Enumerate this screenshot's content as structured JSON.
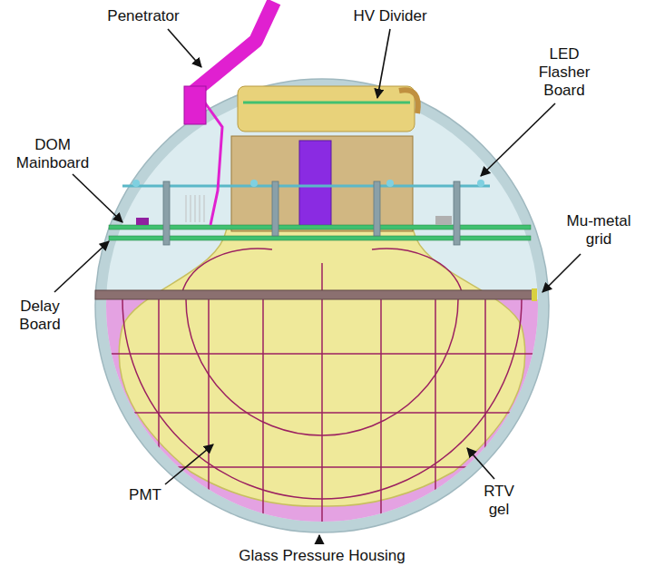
{
  "diagram": {
    "labels": [
      "Penetrator",
      "HV Divider",
      "LED Flasher Board",
      "DOM Mainboard",
      "Mu-metal grid",
      "Delay Board",
      "PMT",
      "RTV gel",
      "Glass Pressure Housing"
    ]
  }
}
